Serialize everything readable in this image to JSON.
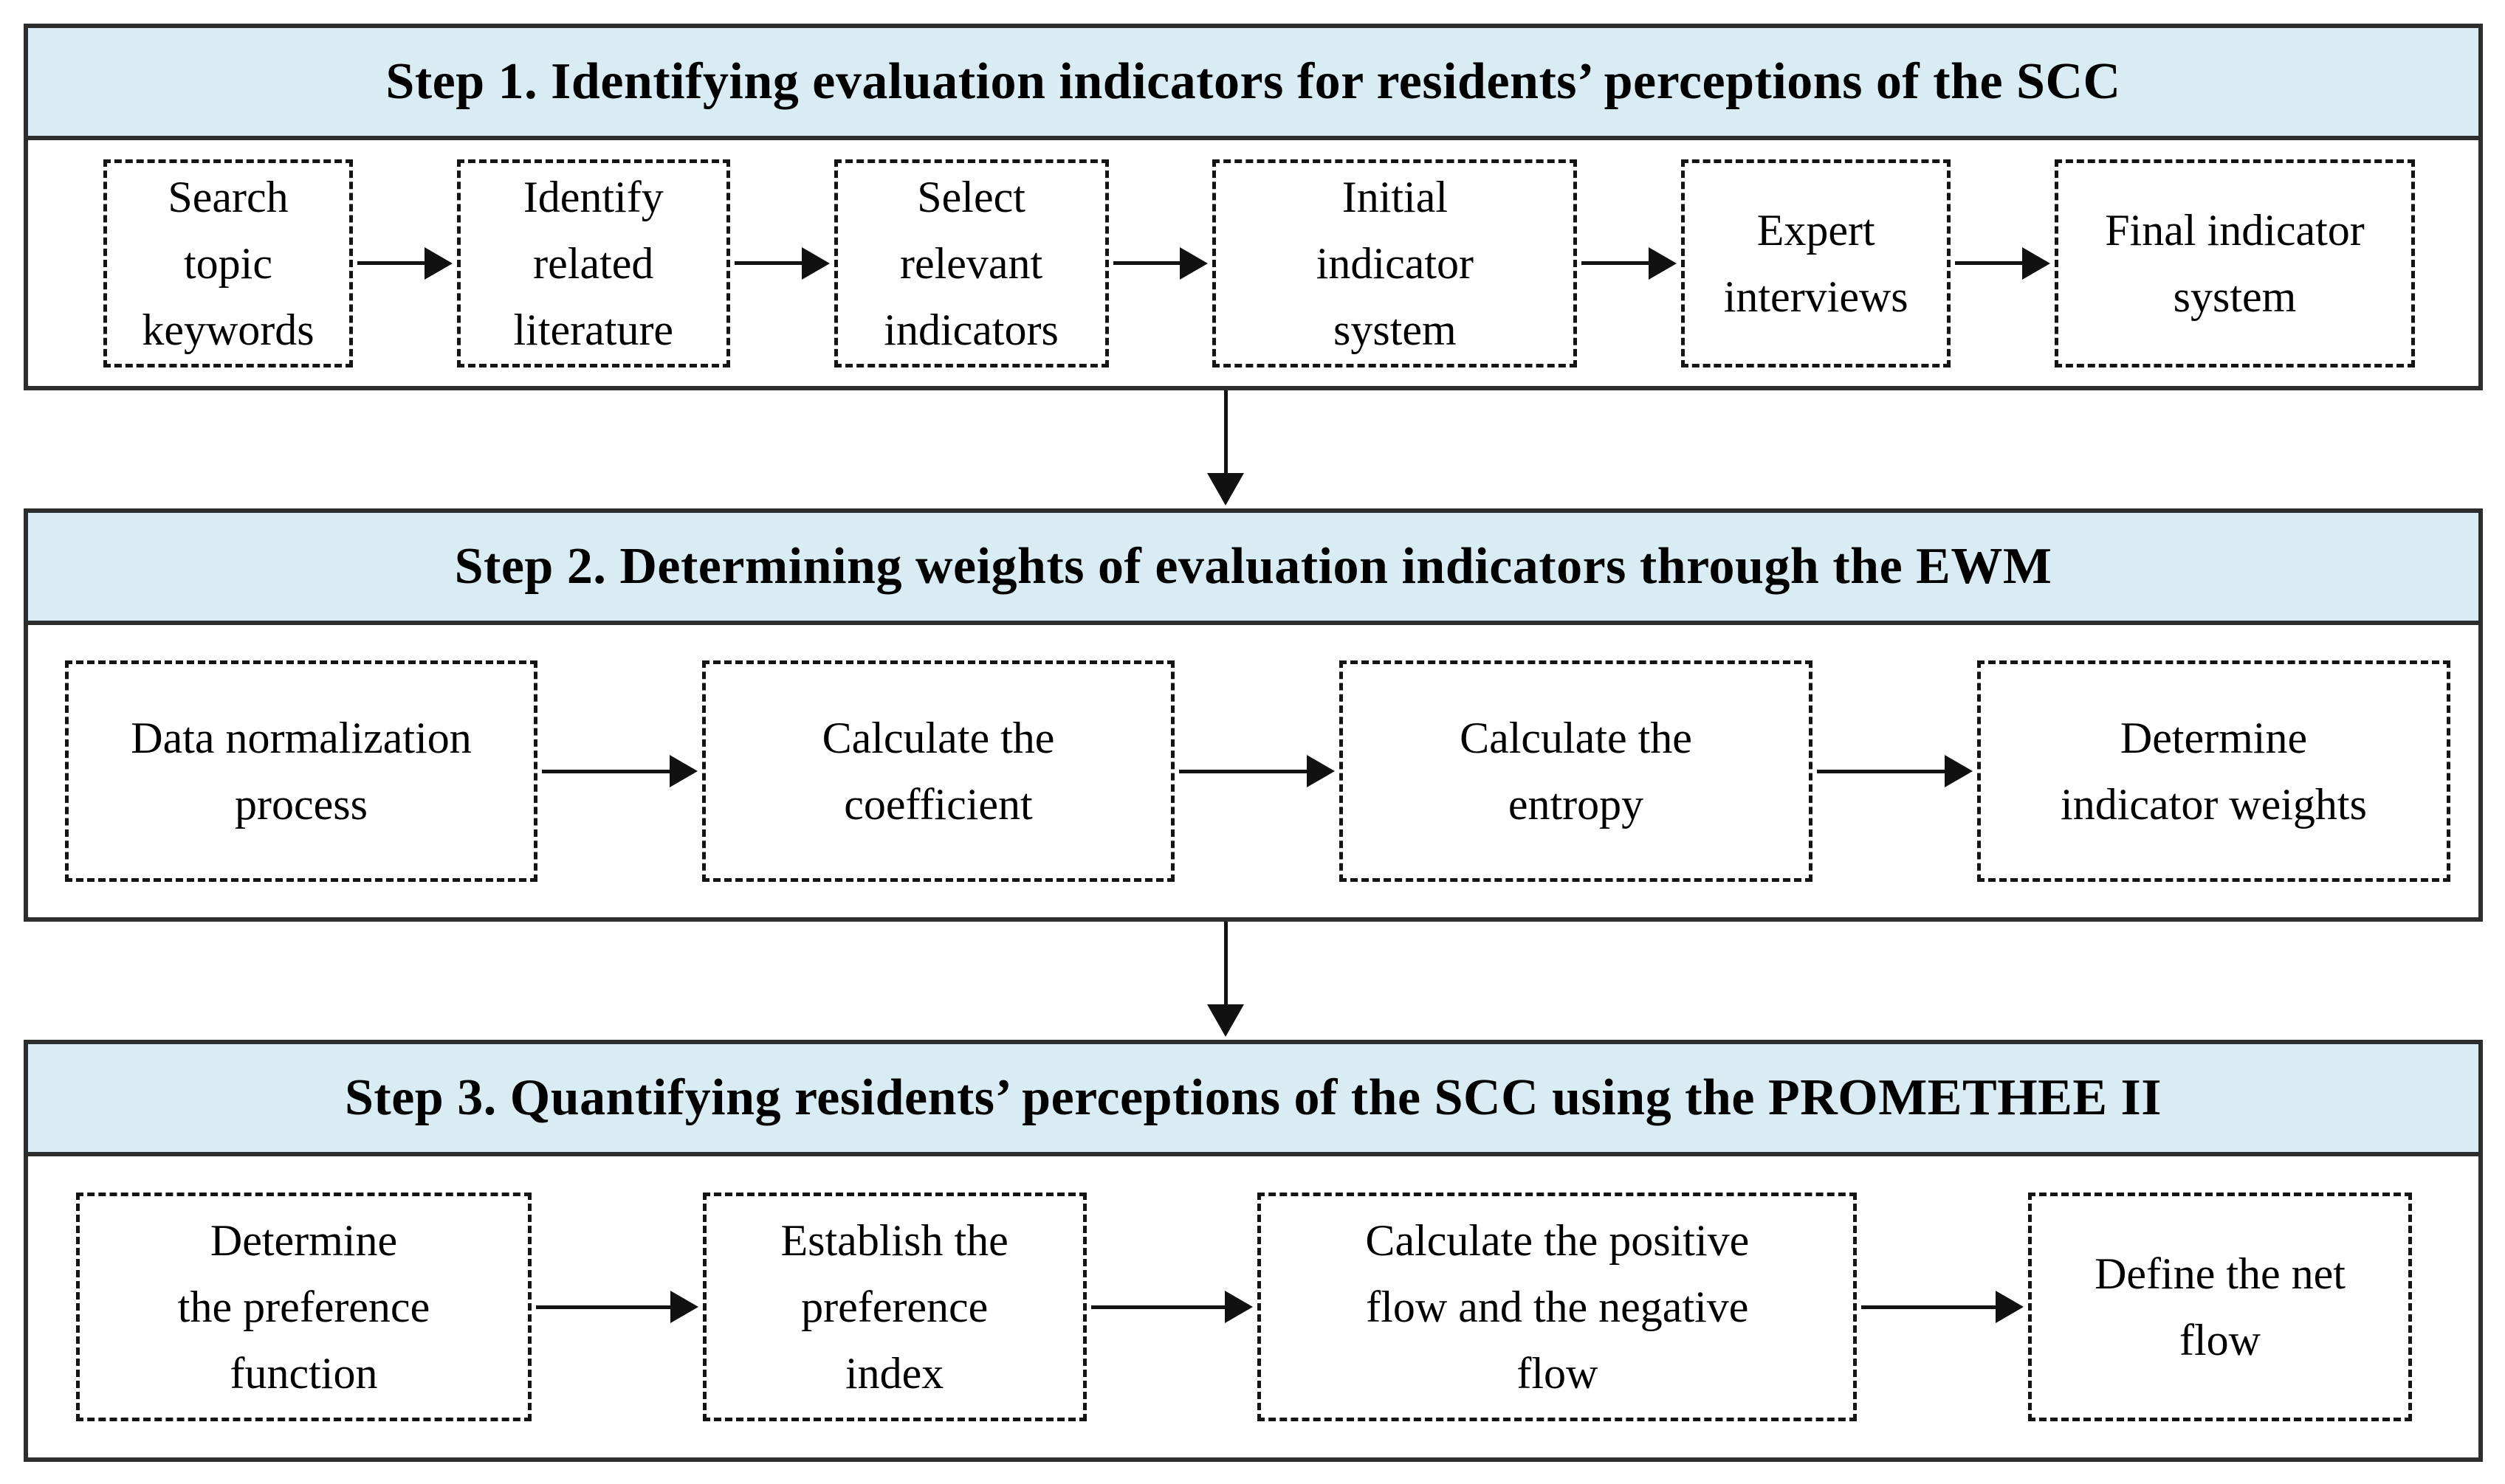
{
  "title": "Three-step evaluation methodology flowchart",
  "colors": {
    "header_bg": "#d9ebf3",
    "section_border": "#2d2d2d",
    "box_border": "#141414",
    "arrow": "#111111",
    "text": "#000000",
    "background": "#ffffff"
  },
  "steps": [
    {
      "title": "Step 1. Identifying evaluation indicators for residents’ perceptions of the SCC",
      "boxes": [
        "Search\ntopic\nkeywords",
        "Identify\nrelated\nliterature",
        "Select\nrelevant\nindicators",
        "Initial\nindicator\nsystem",
        "Expert\ninterviews",
        "Final indicator\nsystem"
      ]
    },
    {
      "title": "Step 2. Determining weights of evaluation indicators through the EWM",
      "boxes": [
        "Data normalization\nprocess",
        "Calculate the\ncoefficient",
        "Calculate the\nentropy",
        "Determine\nindicator weights"
      ]
    },
    {
      "title": "Step 3. Quantifying residents’ perceptions of the SCC using the PROMETHEE II",
      "boxes": [
        "Determine\nthe preference\nfunction",
        "Establish the\npreference\nindex",
        "Calculate the positive\nflow  and the negative\nflow",
        "Define the net\nflow"
      ]
    }
  ]
}
